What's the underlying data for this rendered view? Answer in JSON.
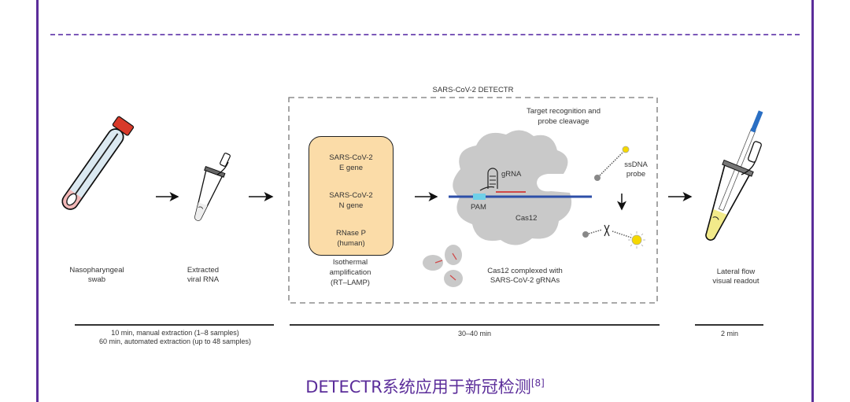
{
  "colors": {
    "frame": "#5b2d9a",
    "caption": "#5b2d9a",
    "amplification_box": "#fbdca8",
    "protein": "#c9c9c9",
    "dna_blue": "#2d4fa8",
    "pam_cyan": "#6fd0e8",
    "grna_red": "#d04848",
    "reporter_yellow": "#f5d800",
    "tube_liquid": "#f2ea8a",
    "swab_pink": "#f3b8b8",
    "cap_red": "#d83a2a",
    "strip_blue": "#2a6fc4"
  },
  "diagram": {
    "box_title": "SARS-CoV-2 DETECTR",
    "steps": [
      {
        "id": "swab",
        "label_lines": [
          "Nasopharyngeal",
          "swab"
        ]
      },
      {
        "id": "rna",
        "label_lines": [
          "Extracted",
          "viral RNA"
        ]
      },
      {
        "id": "amplification",
        "label_lines": [
          "Isothermal",
          "amplification",
          "(RT–LAMP)"
        ]
      },
      {
        "id": "complex",
        "label_lines": [
          "Cas12 complexed with",
          "SARS-CoV-2 gRNAs"
        ]
      },
      {
        "id": "readout",
        "label_lines": [
          "Lateral flow",
          "visual readout"
        ]
      }
    ],
    "targets": [
      {
        "line1": "SARS-CoV-2",
        "line2": "E gene"
      },
      {
        "line1": "SARS-CoV-2",
        "line2": "N gene"
      },
      {
        "line1": "RNase P",
        "line2": "(human)"
      }
    ],
    "recognition_title_lines": [
      "Target recognition and",
      "probe cleavage"
    ],
    "labels": {
      "grna": "gRNA",
      "pam": "PAM",
      "cas12": "Cas12",
      "probe_lines": [
        "ssDNA",
        "probe"
      ]
    },
    "timings": [
      {
        "lines": [
          "10 min, manual extraction (1–8 samples)",
          "60 min, automated extraction (up to 48 samples)"
        ]
      },
      {
        "lines": [
          "30–40 min"
        ]
      },
      {
        "lines": [
          "2 min"
        ]
      }
    ]
  },
  "caption": {
    "text": "DETECTR系统应用于新冠检测",
    "ref": "[8]"
  }
}
